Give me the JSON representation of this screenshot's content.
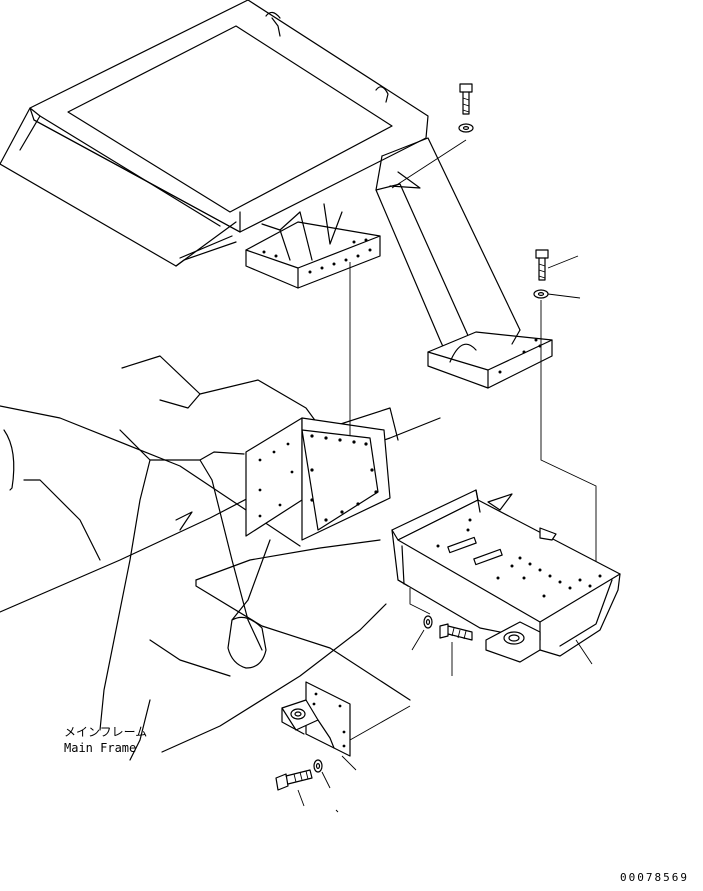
{
  "labels": {
    "main_frame_jp": "メインフレーム",
    "main_frame_en": "Main Frame"
  },
  "drawing_number": "00078569",
  "colors": {
    "line": "#000000",
    "background": "#ffffff"
  }
}
